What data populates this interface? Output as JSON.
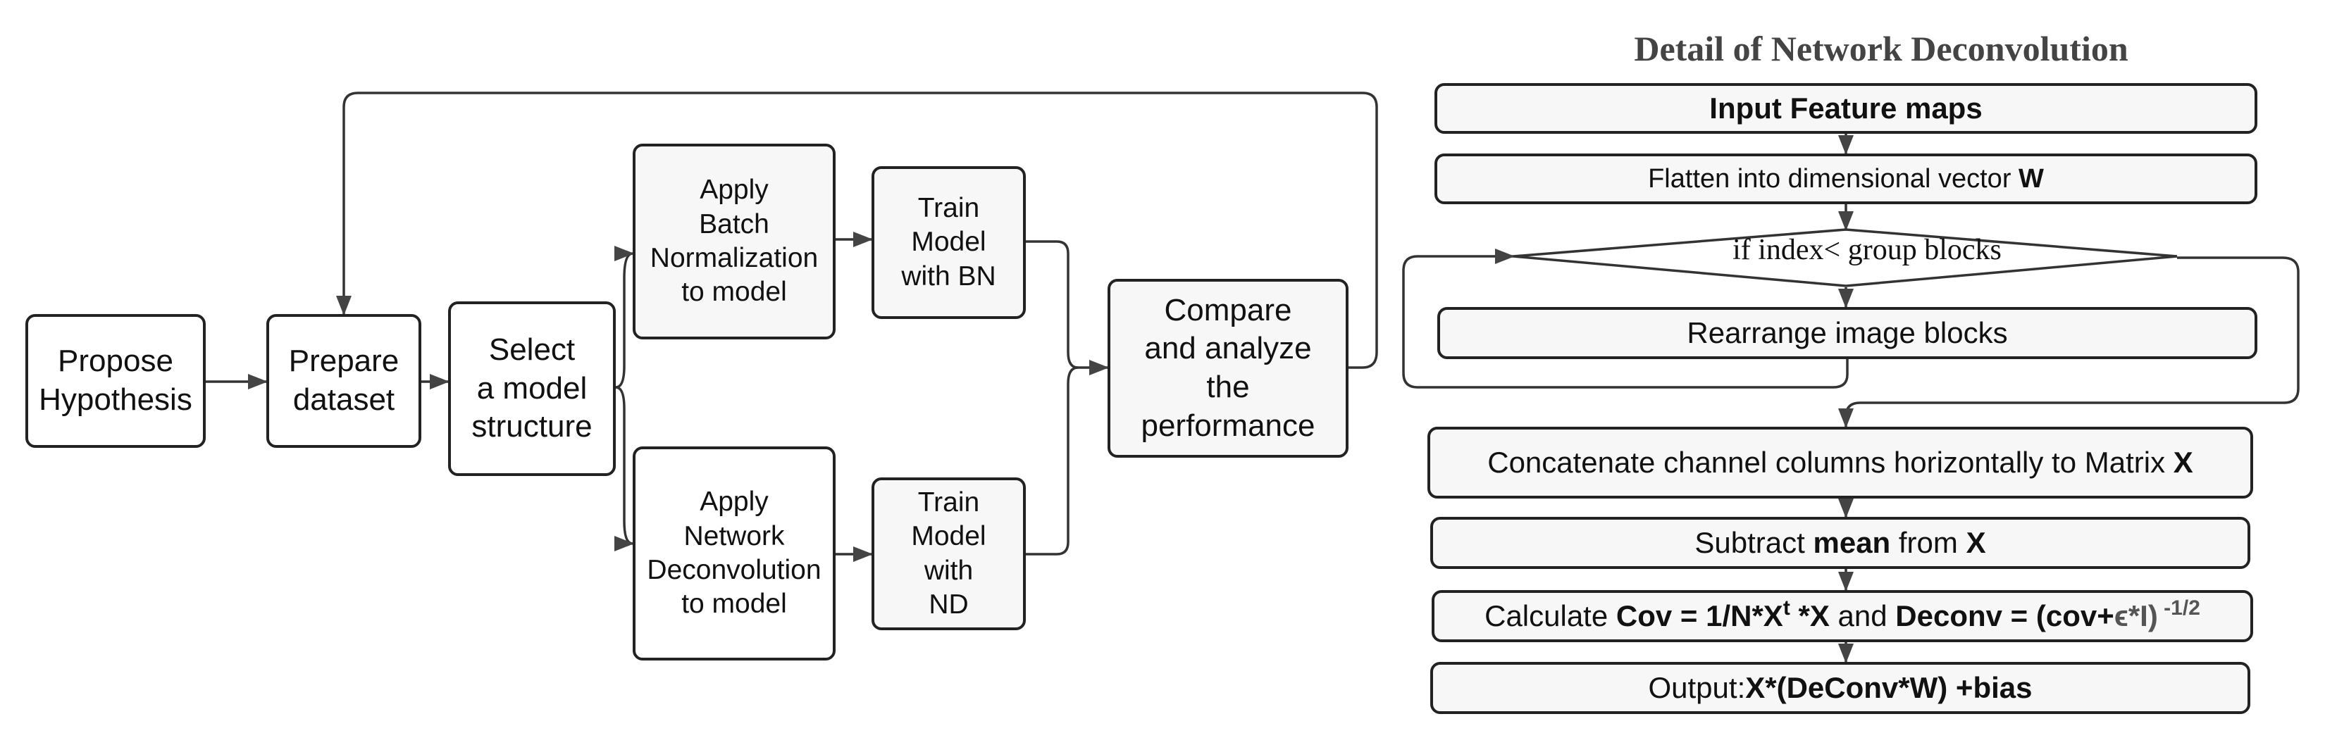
{
  "colors": {
    "stroke": "#333333",
    "box_fill": "#f7f7f7",
    "title_color": "#444444"
  },
  "left_flow": {
    "propose": "Propose\nHypothesis",
    "prepare": "Prepare\ndataset",
    "select": "Select\na model\nstructure",
    "apply_bn": "Apply\nBatch\nNormalization\nto model",
    "train_bn": "Train\nModel\nwith BN",
    "apply_nd": "Apply\nNetwork\nDeconvolution\nto model",
    "train_nd": "Train\nModel\nwith\nND",
    "compare": "Compare\nand analyze\nthe\nperformance"
  },
  "detail": {
    "title": "Detail of Network Deconvolution",
    "input": "Input Feature maps",
    "flatten": {
      "text": "Flatten into dimensional vector ",
      "bold": "W"
    },
    "decision": "if index< group blocks",
    "rearrange": "Rearrange image blocks",
    "concat": {
      "text": "Concatenate channel columns horizontally  to Matrix ",
      "bold": "X"
    },
    "subtract": {
      "pre": "Subtract ",
      "bold1": "mean",
      "mid": " from ",
      "bold2": "X"
    },
    "calculate": {
      "pre": "Calculate ",
      "cov": "Cov = 1/N*X",
      "cov_sup": "t",
      "cov_tail": " *X",
      "and": " and ",
      "deconv": "Deconv = (cov+",
      "epsilon": "ϵ*I)",
      "exp": " -1/2"
    },
    "output": {
      "pre": "Output:",
      "bold": "X*(DeConv*W) +bias"
    }
  }
}
